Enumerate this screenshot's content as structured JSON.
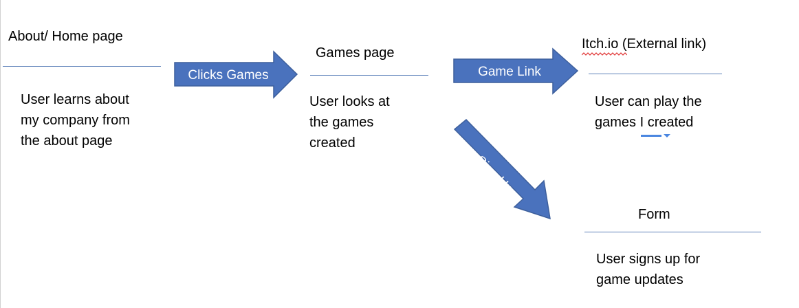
{
  "nodes": {
    "about": {
      "title": "About/ Home page",
      "lines": [
        "User learns about",
        "my company from",
        "the about page"
      ]
    },
    "games": {
      "title": "Games page",
      "lines": [
        "User looks at",
        "the games",
        "created"
      ]
    },
    "itch": {
      "title": "Itch.io (External link)",
      "lines": [
        "User can play the",
        "games I created"
      ]
    },
    "form": {
      "title": "Form",
      "lines": [
        "User signs up for",
        "game updates"
      ]
    }
  },
  "arrows": {
    "clicks_games": "Clicks Games",
    "game_link": "Game Link",
    "sign_up": "Sign Up"
  },
  "colors": {
    "arrow_fill": "#4a72bd",
    "arrow_stroke": "#3d5f9c",
    "rule": "#5b7fb8",
    "spellcheck": "#e03131"
  }
}
